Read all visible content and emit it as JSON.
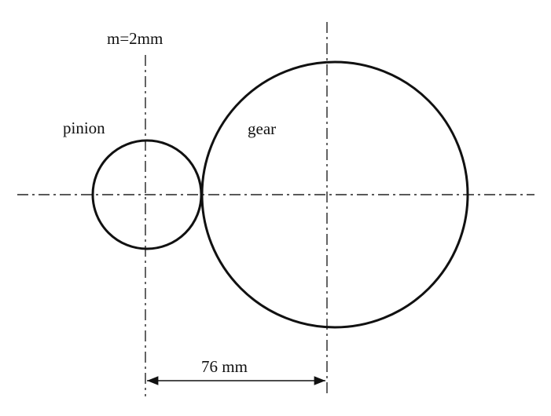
{
  "diagram": {
    "module_label": "m=2mm",
    "pinion_label": "pinion",
    "gear_label": "gear",
    "center_distance_label": "76 mm"
  },
  "colors": {
    "stroke": "#111111",
    "background": "#ffffff"
  }
}
